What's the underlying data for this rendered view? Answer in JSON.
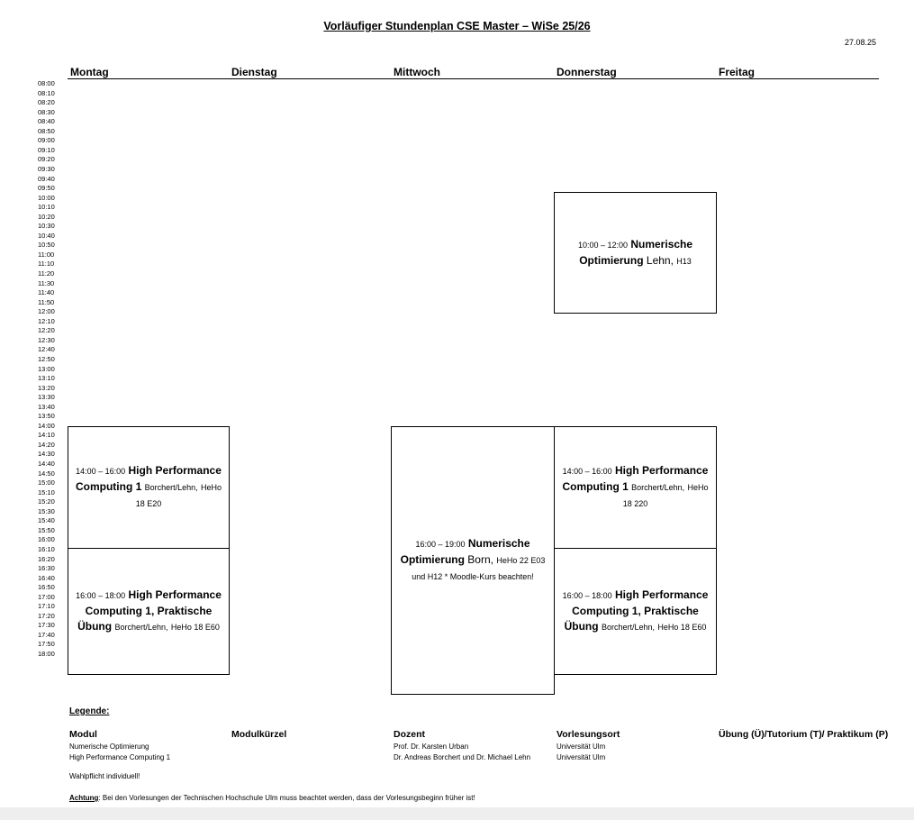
{
  "header": {
    "title": "Vorläufiger Stundenplan CSE Master – WiSe 25/26",
    "date": "27.08.25"
  },
  "days": [
    "Montag",
    "Dienstag",
    "Mittwoch",
    "Donnerstag",
    "Freitag"
  ],
  "times": [
    "08:00",
    "08:10",
    "08:20",
    "08:30",
    "08:40",
    "08:50",
    "09:00",
    "09:10",
    "09:20",
    "09:30",
    "09:40",
    "09:50",
    "10:00",
    "10:10",
    "10:20",
    "10:30",
    "10:40",
    "10:50",
    "11:00",
    "11:10",
    "11:20",
    "11:30",
    "11:40",
    "11:50",
    "12:00",
    "12:10",
    "12:20",
    "12:30",
    "12:40",
    "12:50",
    "13:00",
    "13:10",
    "13:20",
    "13:30",
    "13:40",
    "13:50",
    "14:00",
    "14:10",
    "14:20",
    "14:30",
    "14:40",
    "14:50",
    "15:00",
    "15:10",
    "15:20",
    "15:30",
    "15:40",
    "15:50",
    "16:00",
    "16:10",
    "16:20",
    "16:30",
    "16:40",
    "16:50",
    "17:00",
    "17:10",
    "17:20",
    "17:30",
    "17:40",
    "17:50",
    "18:00"
  ],
  "events": [
    {
      "day": "Donnerstag",
      "time": "10:00 – 12:00",
      "title": "Numerische Optimierung",
      "lecturer": "Lehn,",
      "room": "H13"
    },
    {
      "day": "Montag",
      "time": "14:00 – 16:00",
      "title": "High Performance Computing 1",
      "lecturer": "Borchert/Lehn,",
      "room": "HeHo 18 E20"
    },
    {
      "day": "Montag",
      "time": "16:00 – 18:00",
      "title": "High Performance Computing 1, Praktische Übung",
      "lecturer": "Borchert/Lehn,",
      "room": "HeHo 18 E60"
    },
    {
      "day": "Mittwoch",
      "time": "16:00 – 19:00",
      "title": "Numerische Optimierung",
      "lecturer": "Born,",
      "room": "HeHo 22 E03 und H12 * Moodle-Kurs beachten!"
    },
    {
      "day": "Donnerstag",
      "time": "14:00 – 16:00",
      "title": "High Performance Computing 1",
      "lecturer": "Borchert/Lehn,",
      "room": "HeHo 18 220"
    },
    {
      "day": "Donnerstag",
      "time": "16:00 – 18:00",
      "title": "High Performance Computing 1, Praktische Übung",
      "lecturer": "Borchert/Lehn,",
      "room": "HeHo 18 E60"
    }
  ],
  "legend": {
    "title": "Legende:",
    "headers": {
      "modul": "Modul",
      "kuerzel": "Modulkürzel",
      "dozent": "Dozent",
      "ort": "Vorlesungsort",
      "uebung": "Übung (Ü)/Tutorium (T)/ Praktikum (P)"
    },
    "rows": [
      {
        "modul": "Numerische Optimierung",
        "dozent": "Prof. Dr. Karsten Urban",
        "ort": "Universität Ulm"
      },
      {
        "modul": "High Performance Computing 1",
        "dozent": "Dr. Andreas Borchert und Dr. Michael Lehn",
        "ort": "Universität Ulm"
      }
    ],
    "wahlpflicht": "Wahlpflicht individuell!",
    "achtung_label": "Achtung",
    "achtung_text": ": Bei den Vorlesungen der Technischen Hochschule Ulm muss beachtet werden, dass der Vorlesungsbeginn früher ist!"
  }
}
